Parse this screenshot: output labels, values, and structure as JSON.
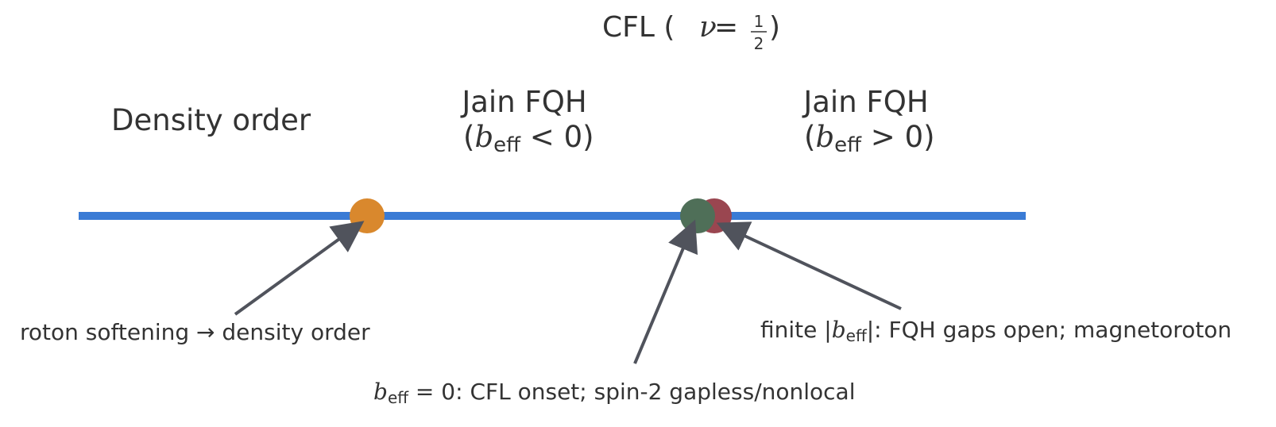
{
  "title": {
    "prefix": "CFL  ( ",
    "nu": "ν",
    "eq": " = ",
    "num": "1",
    "den": "2",
    "suffix": " )"
  },
  "regions": {
    "density": "Density order",
    "jain_neg": {
      "name": "Jain FQH",
      "open": "(",
      "b": "b",
      "sub": "eff",
      "rel": " < 0)"
    },
    "jain_pos": {
      "name": "Jain FQH",
      "open": "(",
      "b": "b",
      "sub": "eff",
      "rel": " > 0)"
    }
  },
  "annotations": {
    "roton": "roton softening → density order",
    "cfl": {
      "b": "b",
      "sub": "eff",
      "rest": " = 0: CFL onset; spin-2 gapless/nonlocal"
    },
    "finite": {
      "pre": "finite |",
      "b": "b",
      "sub": "eff",
      "post": "|: FQH gaps open; magnetoroton"
    }
  },
  "colors": {
    "axis": "#3a7bd5",
    "orange_point": "#d9882d",
    "green_point": "#4f6f58",
    "red_point": "#9a4650",
    "arrow": "#50535c"
  }
}
